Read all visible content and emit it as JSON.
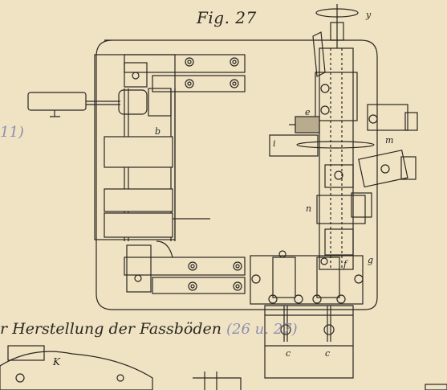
{
  "figure": {
    "title": "Fig. 27"
  },
  "caption": {
    "text": "r Herstellung der Fassböden",
    "ref": "(26 u. 27)"
  },
  "margin_note": "11)",
  "labels": {
    "y": "y",
    "b": "b",
    "e": "e",
    "i": "i",
    "m": "m",
    "n": "n",
    "g": "g",
    "f": "f",
    "c1": "c",
    "c2": "c",
    "K": "K"
  },
  "colors": {
    "paper": "#efe3c4",
    "ink": "#2b2620",
    "pencil": "#8c8fb0"
  }
}
